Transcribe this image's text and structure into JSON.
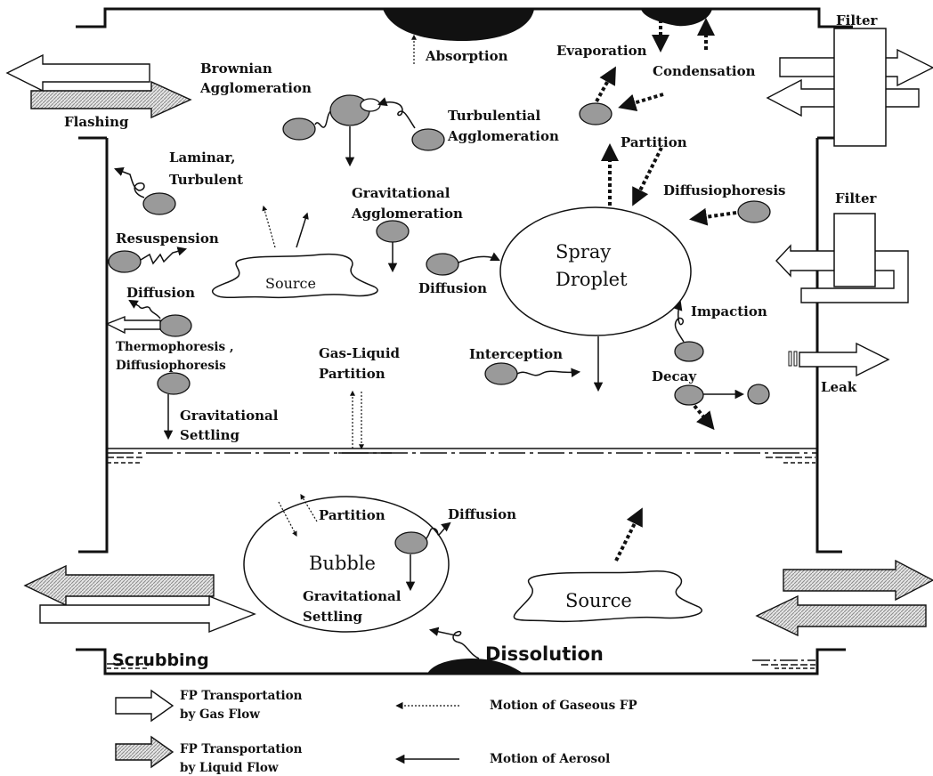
{
  "labels": {
    "absorption": "Absorption",
    "evaporation": "Evaporation",
    "condensation": "Condensation",
    "filter_top": "Filter",
    "filter_mid": "Filter",
    "brownian_1": "Brownian",
    "brownian_2": "Agglomeration",
    "flashing": "Flashing",
    "turbulential_1": "Turbulential",
    "turbulential_2": "Agglomeration",
    "laminar_1": "Laminar,",
    "laminar_2": "Turbulent",
    "partition_top": "Partition",
    "gravitational_agg_1": "Gravitational",
    "gravitational_agg_2": "Agglomeration",
    "diffusiophoresis": "Diffusiophoresis",
    "resuspension": "Resuspension",
    "source_upper": "Source",
    "spray_1": "Spray",
    "spray_2": "Droplet",
    "diffusion_left": "Diffusion",
    "diffusion_mid": "Diffusion",
    "impaction": "Impaction",
    "thermophoresis_1": "Thermophoresis ,",
    "thermophoresis_2": "Diffusiophoresis",
    "gas_liquid_1": "Gas-Liquid",
    "gas_liquid_2": "Partition",
    "interception": "Interception",
    "leak": "Leak",
    "decay": "Decay",
    "grav_settling_1": "Gravitational",
    "grav_settling_2": "Settling",
    "partition_bubble": "Partition",
    "diffusion_bubble": "Diffusion",
    "bubble": "Bubble",
    "bubble_grav_1": "Gravitational",
    "bubble_grav_2": "Settling",
    "source_lower": "Source",
    "scrubbing": "Scrubbing",
    "dissolution": "Dissolution"
  },
  "legend": {
    "gas_flow_1": "FP Transportation",
    "gas_flow_2": "by Gas Flow",
    "liquid_flow_1": "FP Transportation",
    "liquid_flow_2": "by Liquid Flow",
    "gaseous": "Motion of Gaseous FP",
    "aerosol": "Motion of Aerosol"
  },
  "colors": {
    "particle": "#9a9a9a",
    "deposit": "#111111",
    "line": "#111111"
  }
}
